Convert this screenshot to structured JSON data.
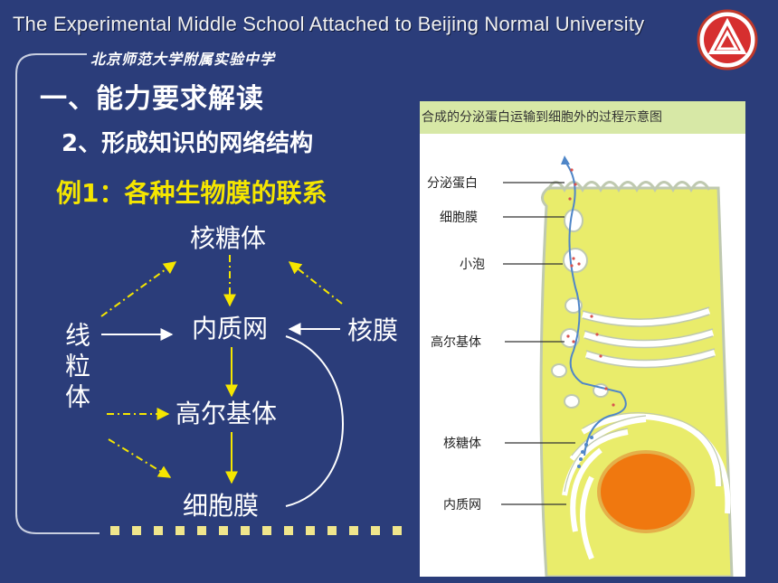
{
  "header": {
    "school_en": "The Experimental Middle School Attached to Beijing Normal University",
    "school_cn": "北京师范大学附属实验中学"
  },
  "section": {
    "title": "一、能力要求解读",
    "subtitle": "2、形成知识的网络结构",
    "example": "例1：各种生物膜的联系"
  },
  "diagram": {
    "nodes": {
      "ribosome": "核糖体",
      "er": "内质网",
      "nuclear_membrane": "核膜",
      "mitochondria": "线粒体",
      "golgi": "高尔基体",
      "cell_membrane": "细胞膜"
    },
    "colors": {
      "solid_arrow": "#ffffff",
      "dashed_arrow": "#f5e600",
      "yellow_arrow": "#f5e600"
    }
  },
  "figure": {
    "title": "合成的分泌蛋白运输到细胞外的过程示意图",
    "labels": {
      "secretory_protein": "分泌蛋白",
      "cell_membrane": "细胞膜",
      "vesicle": "小泡",
      "golgi": "高尔基体",
      "ribosome": "核糖体",
      "er": "内质网"
    },
    "colors": {
      "cytoplasm": "#e9ec6b",
      "nucleus": "#f0780f",
      "membrane": "#bfc9b0",
      "path": "#4f86c8"
    }
  }
}
